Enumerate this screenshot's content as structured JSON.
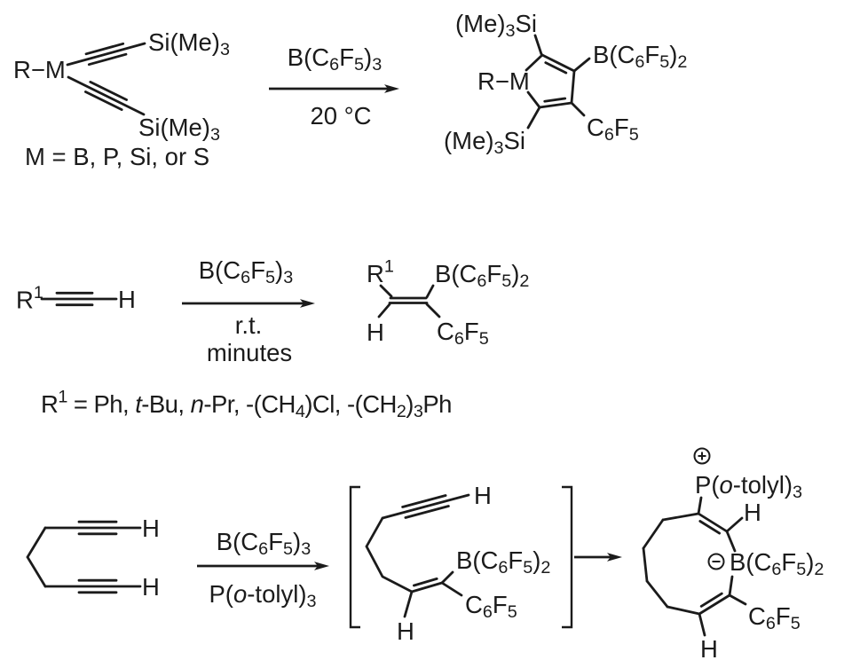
{
  "colors": {
    "background": "#ffffff",
    "ink": "#1b1b1b"
  },
  "icons": {
    "plus_charge": "circled-plus",
    "minus_charge": "circled-minus"
  },
  "scheme1": {
    "reactant": {
      "label_rm": "R−M",
      "label_si_upper": "Si(Me)_{3}",
      "label_si_lower": "Si(Me)_{3}"
    },
    "arrow": {
      "above": "B(C_{6}F_{5})_{3}",
      "below": "20 °C"
    },
    "product": {
      "label_si_top": "(Me)_{3}Si",
      "label_rm": "R−M",
      "label_boryl": "B(C_{6}F_{5})_{2}",
      "label_c6f5": "C_{6}F_{5}",
      "label_si_bottom": "(Me)_{3}Si"
    },
    "note": "M = B, P, Si, or S"
  },
  "scheme2": {
    "reactant": {
      "label_r1": "R^{1}",
      "label_h": "H"
    },
    "arrow": {
      "above": "B(C_{6}F_{5})_{3}",
      "below_line1": "r.t.",
      "below_line2": "minutes"
    },
    "product": {
      "label_r1": "R^{1}",
      "label_boryl": "B(C_{6}F_{5})_{2}",
      "label_h": "H",
      "label_c6f5": "C_{6}F_{5}"
    },
    "note": "R^{1} = Ph, ~{t}-Bu, ~{n}-Pr, -(CH_{4})Cl, -(CH_{2})_{3}Ph"
  },
  "scheme3": {
    "reactant": {
      "label_h_top": "H",
      "label_h_bottom": "H"
    },
    "arrow": {
      "above": "B(C_{6}F_{5})_{3}",
      "below": "P(~{o}-tolyl)_{3}"
    },
    "intermediate": {
      "label_h_alkyne": "H",
      "label_boryl": "B(C_{6}F_{5})_{2}",
      "label_c6f5": "C_{6}F_{5}",
      "label_h_vinyl": "H"
    },
    "product": {
      "label_phosphonium": "P(~{o}-tolyl)_{3}",
      "label_h_top": "H",
      "label_borate": "B(C_{6}F_{5})_{2}",
      "label_c6f5": "C_{6}F_{5}",
      "label_h_bottom": "H"
    }
  }
}
